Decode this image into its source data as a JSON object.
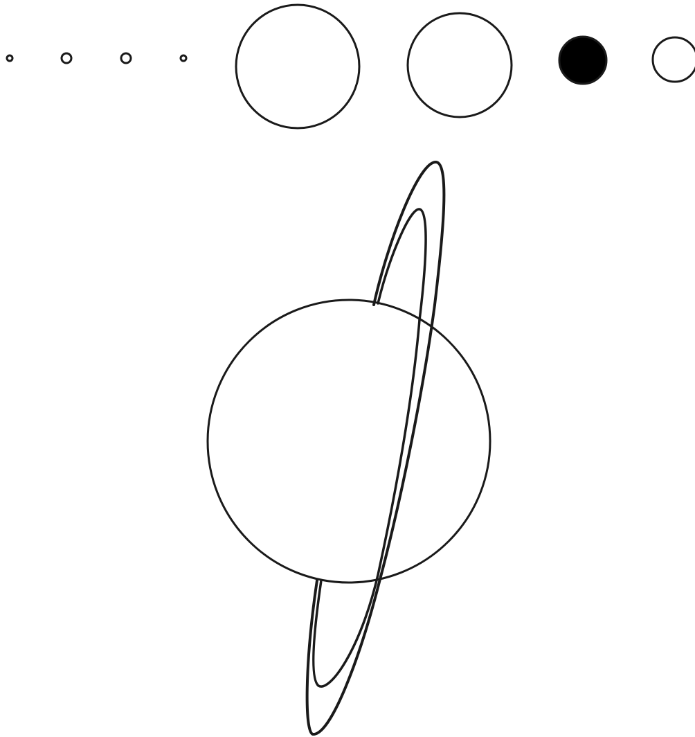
{
  "colors": {
    "background": "#ffffff",
    "stroke": "#1a1a1a",
    "filled_planet": "#000000"
  },
  "planet_row": [
    {
      "name": "planet-1",
      "filled": false
    },
    {
      "name": "planet-2",
      "filled": false
    },
    {
      "name": "planet-3",
      "filled": false
    },
    {
      "name": "planet-4",
      "filled": false
    },
    {
      "name": "planet-5",
      "filled": false
    },
    {
      "name": "planet-6",
      "filled": false
    },
    {
      "name": "planet-7",
      "filled": true
    },
    {
      "name": "planet-8",
      "filled": false
    }
  ],
  "ringed_planet": {
    "ring_count": 2
  }
}
